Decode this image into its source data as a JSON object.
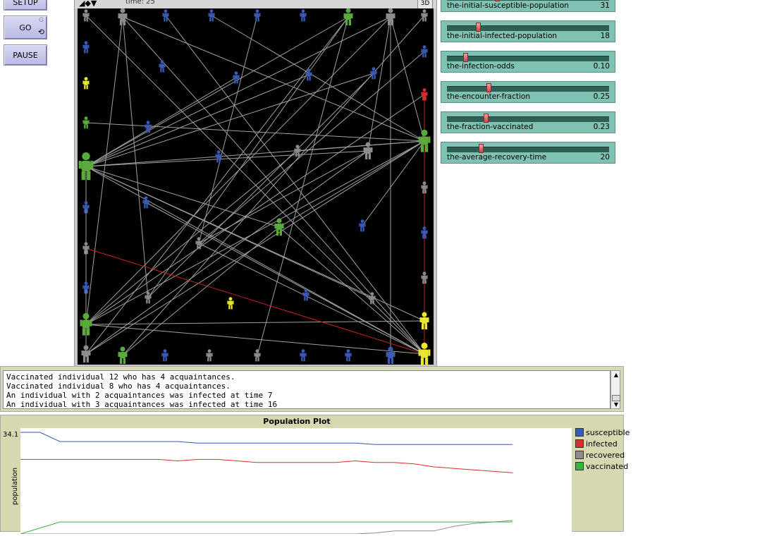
{
  "buttons": {
    "setup": {
      "label": "SETUP"
    },
    "go": {
      "label": "GO",
      "key": "G",
      "loop": "⟲"
    },
    "pause": {
      "label": "PAUSE"
    }
  },
  "view": {
    "tick_label": "time: 25",
    "three_d_label": "3D"
  },
  "sliders": [
    {
      "name": "the-initial-susceptible-population",
      "value": "31",
      "fraction": 0.3
    },
    {
      "name": "the-initial-infected-population",
      "value": "18",
      "fraction": 0.18
    },
    {
      "name": "the-infection-odds",
      "value": "0.10",
      "fraction": 0.1
    },
    {
      "name": "the-encounter-fraction",
      "value": "0.25",
      "fraction": 0.25
    },
    {
      "name": "the-fraction-vaccinated",
      "value": "0.23",
      "fraction": 0.23
    },
    {
      "name": "the-average-recovery-time",
      "value": "20",
      "fraction": 0.2
    }
  ],
  "output": {
    "lines": "Vaccinated individual 12 who has 4 acquaintances.\nVaccinated individual 8 who has 4 acquaintances.\nAn individual with 2 acquaintances was infected at time 7\nAn individual with 3 acquaintances was infected at time 16"
  },
  "plot": {
    "title": "Population Plot",
    "ymax_label": "34.1",
    "ylabel": "population",
    "legend": [
      {
        "name": "susceptible",
        "color": "#3a5ab4"
      },
      {
        "name": "infected",
        "color": "#d83030"
      },
      {
        "name": "recovered",
        "color": "#8c8c8c"
      },
      {
        "name": "vaccinated",
        "color": "#3cb43c"
      }
    ]
  },
  "colors": {
    "susceptible": "#3a5ab4",
    "infected": "#d83030",
    "recovered": "#8c8c8c",
    "vaccinated": "#5aaa3c",
    "unknown": "#e8e830",
    "link": "#a0a0a0",
    "infect_link": "#c82020"
  },
  "chart_data": {
    "type": "line",
    "x": [
      0,
      1,
      2,
      3,
      4,
      5,
      6,
      7,
      8,
      9,
      10,
      11,
      12,
      13,
      14,
      15,
      16,
      17,
      18,
      19,
      20,
      21,
      22,
      23,
      24,
      25
    ],
    "ylim": [
      0,
      34.1
    ],
    "series": [
      {
        "name": "susceptible",
        "values": [
          34.1,
          34.1,
          31,
          31,
          31,
          31,
          31,
          31,
          31,
          30.5,
          30.5,
          30.5,
          30.5,
          30.5,
          30.5,
          30.5,
          30.5,
          30.5,
          30,
          30,
          30,
          30,
          30,
          30,
          30,
          30
        ]
      },
      {
        "name": "infected",
        "values": [
          25,
          25,
          25,
          25,
          25,
          25,
          25,
          25,
          24.5,
          25,
          25,
          24.5,
          24,
          24,
          24,
          24,
          24,
          24.5,
          24,
          24,
          23.5,
          22.5,
          22,
          21.5,
          21,
          20.5
        ]
      },
      {
        "name": "recovered",
        "values": [
          0,
          0,
          0,
          0,
          0,
          0,
          0,
          0,
          0,
          0,
          0,
          0,
          0,
          0,
          0,
          0,
          0,
          0,
          0.3,
          1,
          1,
          1,
          2.5,
          3.5,
          4,
          4.5
        ]
      },
      {
        "name": "vaccinated",
        "values": [
          0,
          2,
          4,
          4,
          4,
          4,
          4,
          4,
          4,
          4,
          4,
          4,
          4,
          4,
          4,
          4,
          4,
          4,
          4,
          4,
          4,
          4,
          4,
          4,
          4,
          4
        ]
      }
    ]
  }
}
